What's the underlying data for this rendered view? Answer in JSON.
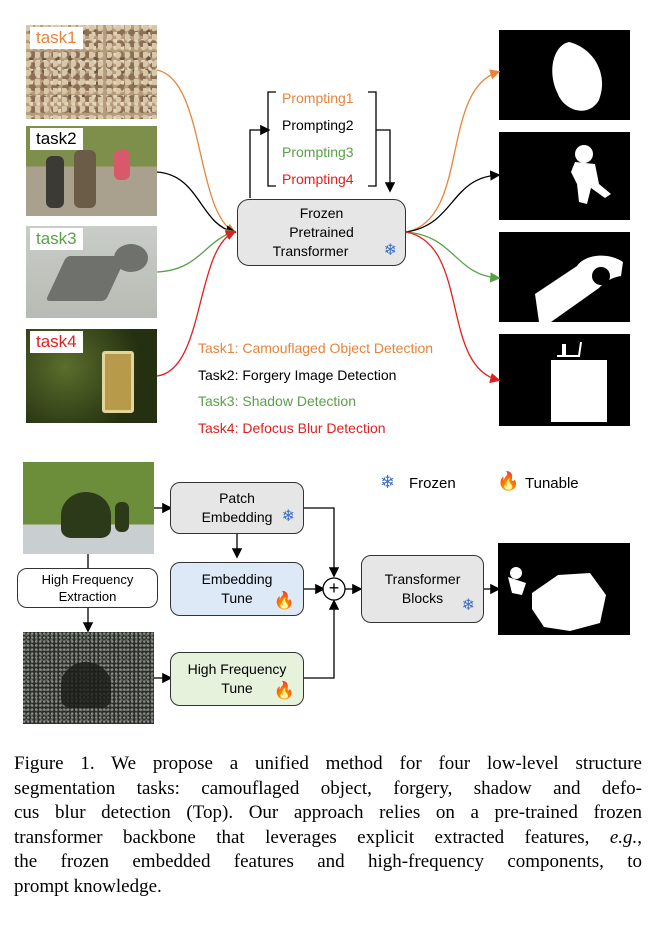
{
  "tasks": [
    {
      "label": "task1",
      "color": "#e8843a"
    },
    {
      "label": "task2",
      "color": "#000000"
    },
    {
      "label": "task3",
      "color": "#5aa048"
    },
    {
      "label": "task4",
      "color": "#e02020"
    }
  ],
  "prompts": [
    "Prompting1",
    "Prompting2",
    "Prompting3",
    "Prompting4"
  ],
  "frozen_box": {
    "line1": "Frozen",
    "line2": "Pretrained",
    "line3": "Transformer"
  },
  "task_legend": [
    "Task1: Camouflaged Object Detection",
    "Task2: Forgery Image Detection",
    "Task3: Shadow Detection",
    "Task4: Defocus Blur Detection"
  ],
  "bottom": {
    "patch_embedding": {
      "line1": "Patch",
      "line2": "Embedding"
    },
    "embedding_tune": {
      "line1": "Embedding",
      "line2": "Tune"
    },
    "high_freq_extraction": {
      "line1": "High Frequency",
      "line2": "Extraction"
    },
    "high_freq_tune": {
      "line1": "High Frequency",
      "line2": "Tune"
    },
    "transformer_blocks": {
      "line1": "Transformer",
      "line2": "Blocks"
    },
    "plus_symbol": "+"
  },
  "legend": {
    "frozen": "Frozen",
    "tunable": "Tunable"
  },
  "icons": {
    "frozen": "snowflake-icon",
    "tunable": "fire-icon"
  },
  "caption": {
    "line1": "Figure 1. We propose a unified method for four low-level structure",
    "line2": "segmentation tasks: camouflaged object, forgery, shadow and defo-",
    "line3": "cus blur detection (Top). Our approach relies on a pre-trained frozen",
    "line4a": "transformer backbone that leverages explicit extracted features, ",
    "line4_eg": "e.g.",
    "line4b": ",",
    "line5": "the frozen embedded features and high-frequency components, to",
    "line6": "prompt knowledge."
  }
}
